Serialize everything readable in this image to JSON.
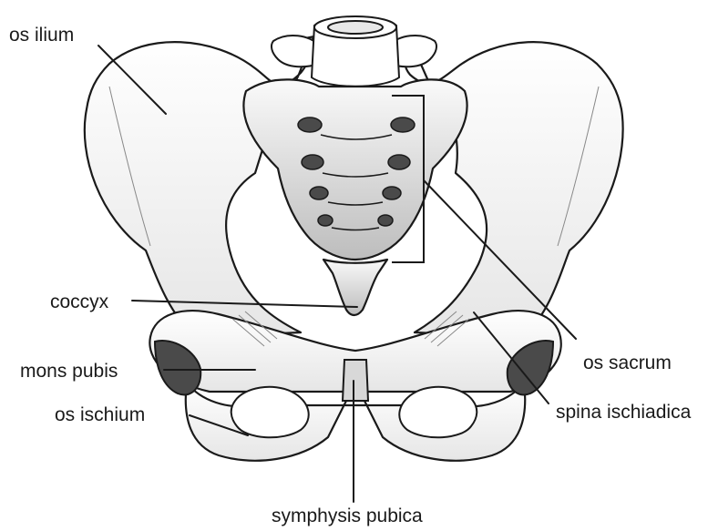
{
  "colors": {
    "outline": "#1a1a1a",
    "bone_fill": "#f4f4f4",
    "bone_shade": "#c9c9c9",
    "foramen_fill": "#4a4a4a",
    "leader": "#1a1a1a"
  },
  "labels": {
    "os_ilium": "os ilium",
    "coccyx": "coccyx",
    "mons_pubis": "mons pubis",
    "os_ischium": "os ischium",
    "os_sacrum": "os sacrum",
    "spina_ischiadica": "spina ischiadica",
    "symphysis_pubica": "symphysis pubica"
  }
}
